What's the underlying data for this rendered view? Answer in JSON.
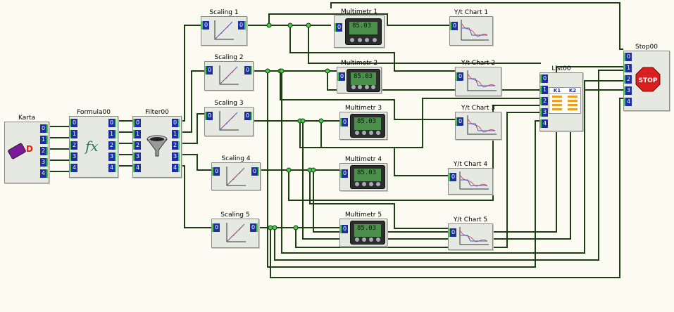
{
  "blocks": {
    "karta": {
      "title": "Karta"
    },
    "formula": {
      "title": "Formula00",
      "symbol": "fx"
    },
    "filter": {
      "title": "Filter00"
    },
    "scaling1": {
      "title": "Scaling 1"
    },
    "scaling2": {
      "title": "Scaling 2"
    },
    "scaling3": {
      "title": "Scaling 3"
    },
    "scaling4": {
      "title": "Scaling 4"
    },
    "scaling5": {
      "title": "Scaling 5"
    },
    "multi1": {
      "title": "Multimetr 1",
      "display": "85.03"
    },
    "multi2": {
      "title": "Multimetr 2",
      "display": "85.03"
    },
    "multi3": {
      "title": "Multimetr 3",
      "display": "85.03"
    },
    "multi4": {
      "title": "Multimetr 4",
      "display": "85.03"
    },
    "multi5": {
      "title": "Multimetr 5",
      "display": "85.03"
    },
    "chart1": {
      "title": "Y/t Chart 1"
    },
    "chart2": {
      "title": "Y/t Chart 2"
    },
    "chart3": {
      "title": "Y/t Chart 3"
    },
    "chart4": {
      "title": "Y/t Chart 4"
    },
    "chart5": {
      "title": "Y/t Chart 5"
    },
    "list": {
      "title": "List00",
      "col1": "K1",
      "col2": "K2"
    },
    "stop": {
      "title": "Stop00",
      "sign": "STOP"
    }
  },
  "ports": {
    "p0": "0",
    "p1": "1",
    "p2": "2",
    "p3": "3",
    "p4": "4"
  },
  "colors": {
    "wire": "#1e3d15",
    "port": "#1c2fa0",
    "portEdge": "#3fcf4a",
    "background": "#fbfbf1"
  }
}
